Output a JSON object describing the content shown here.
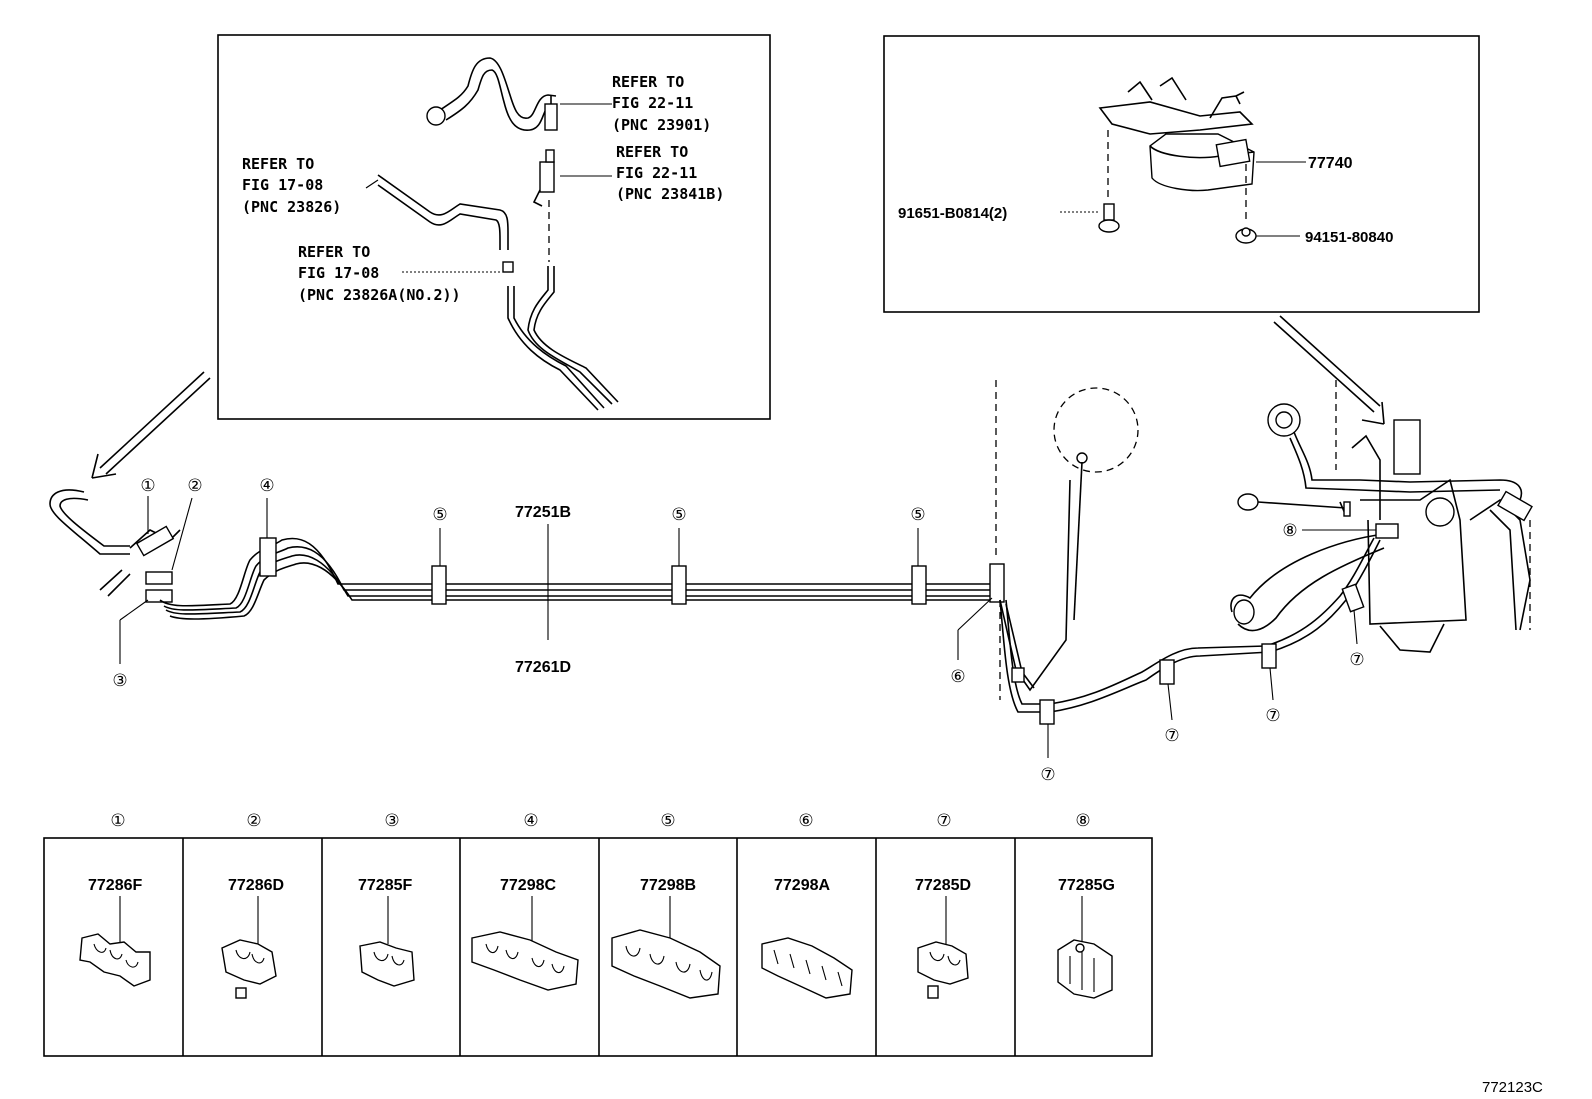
{
  "diagram_id": "772123C",
  "inset_left": {
    "ref1": {
      "line1": "REFER TO",
      "line2": "FIG 22-11",
      "line3": "(PNC 23901)"
    },
    "ref2": {
      "line1": "REFER TO",
      "line2": "FIG 22-11",
      "line3": "(PNC 23841B)"
    },
    "ref3": {
      "line1": "REFER TO",
      "line2": "FIG 17-08",
      "line3": "(PNC 23826)"
    },
    "ref4": {
      "line1": "REFER TO",
      "line2": "FIG 17-08",
      "line3": "(PNC 23826A(NO.2))"
    }
  },
  "inset_right": {
    "canister_part": "77740",
    "bolt_part": "91651-B0814(2)",
    "nut_part": "94151-80840"
  },
  "main": {
    "tube_upper": "77251B",
    "tube_lower": "77261D",
    "callouts": [
      "①",
      "②",
      "③",
      "④",
      "⑤",
      "⑤",
      "⑤",
      "⑥",
      "⑦",
      "⑦",
      "⑦",
      "⑦",
      "⑧"
    ]
  },
  "clamps": [
    {
      "num": "①",
      "part": "77286F"
    },
    {
      "num": "②",
      "part": "77286D"
    },
    {
      "num": "③",
      "part": "77285F"
    },
    {
      "num": "④",
      "part": "77298C"
    },
    {
      "num": "⑤",
      "part": "77298B"
    },
    {
      "num": "⑥",
      "part": "77298A"
    },
    {
      "num": "⑦",
      "part": "77285D"
    },
    {
      "num": "⑧",
      "part": "77285G"
    }
  ]
}
